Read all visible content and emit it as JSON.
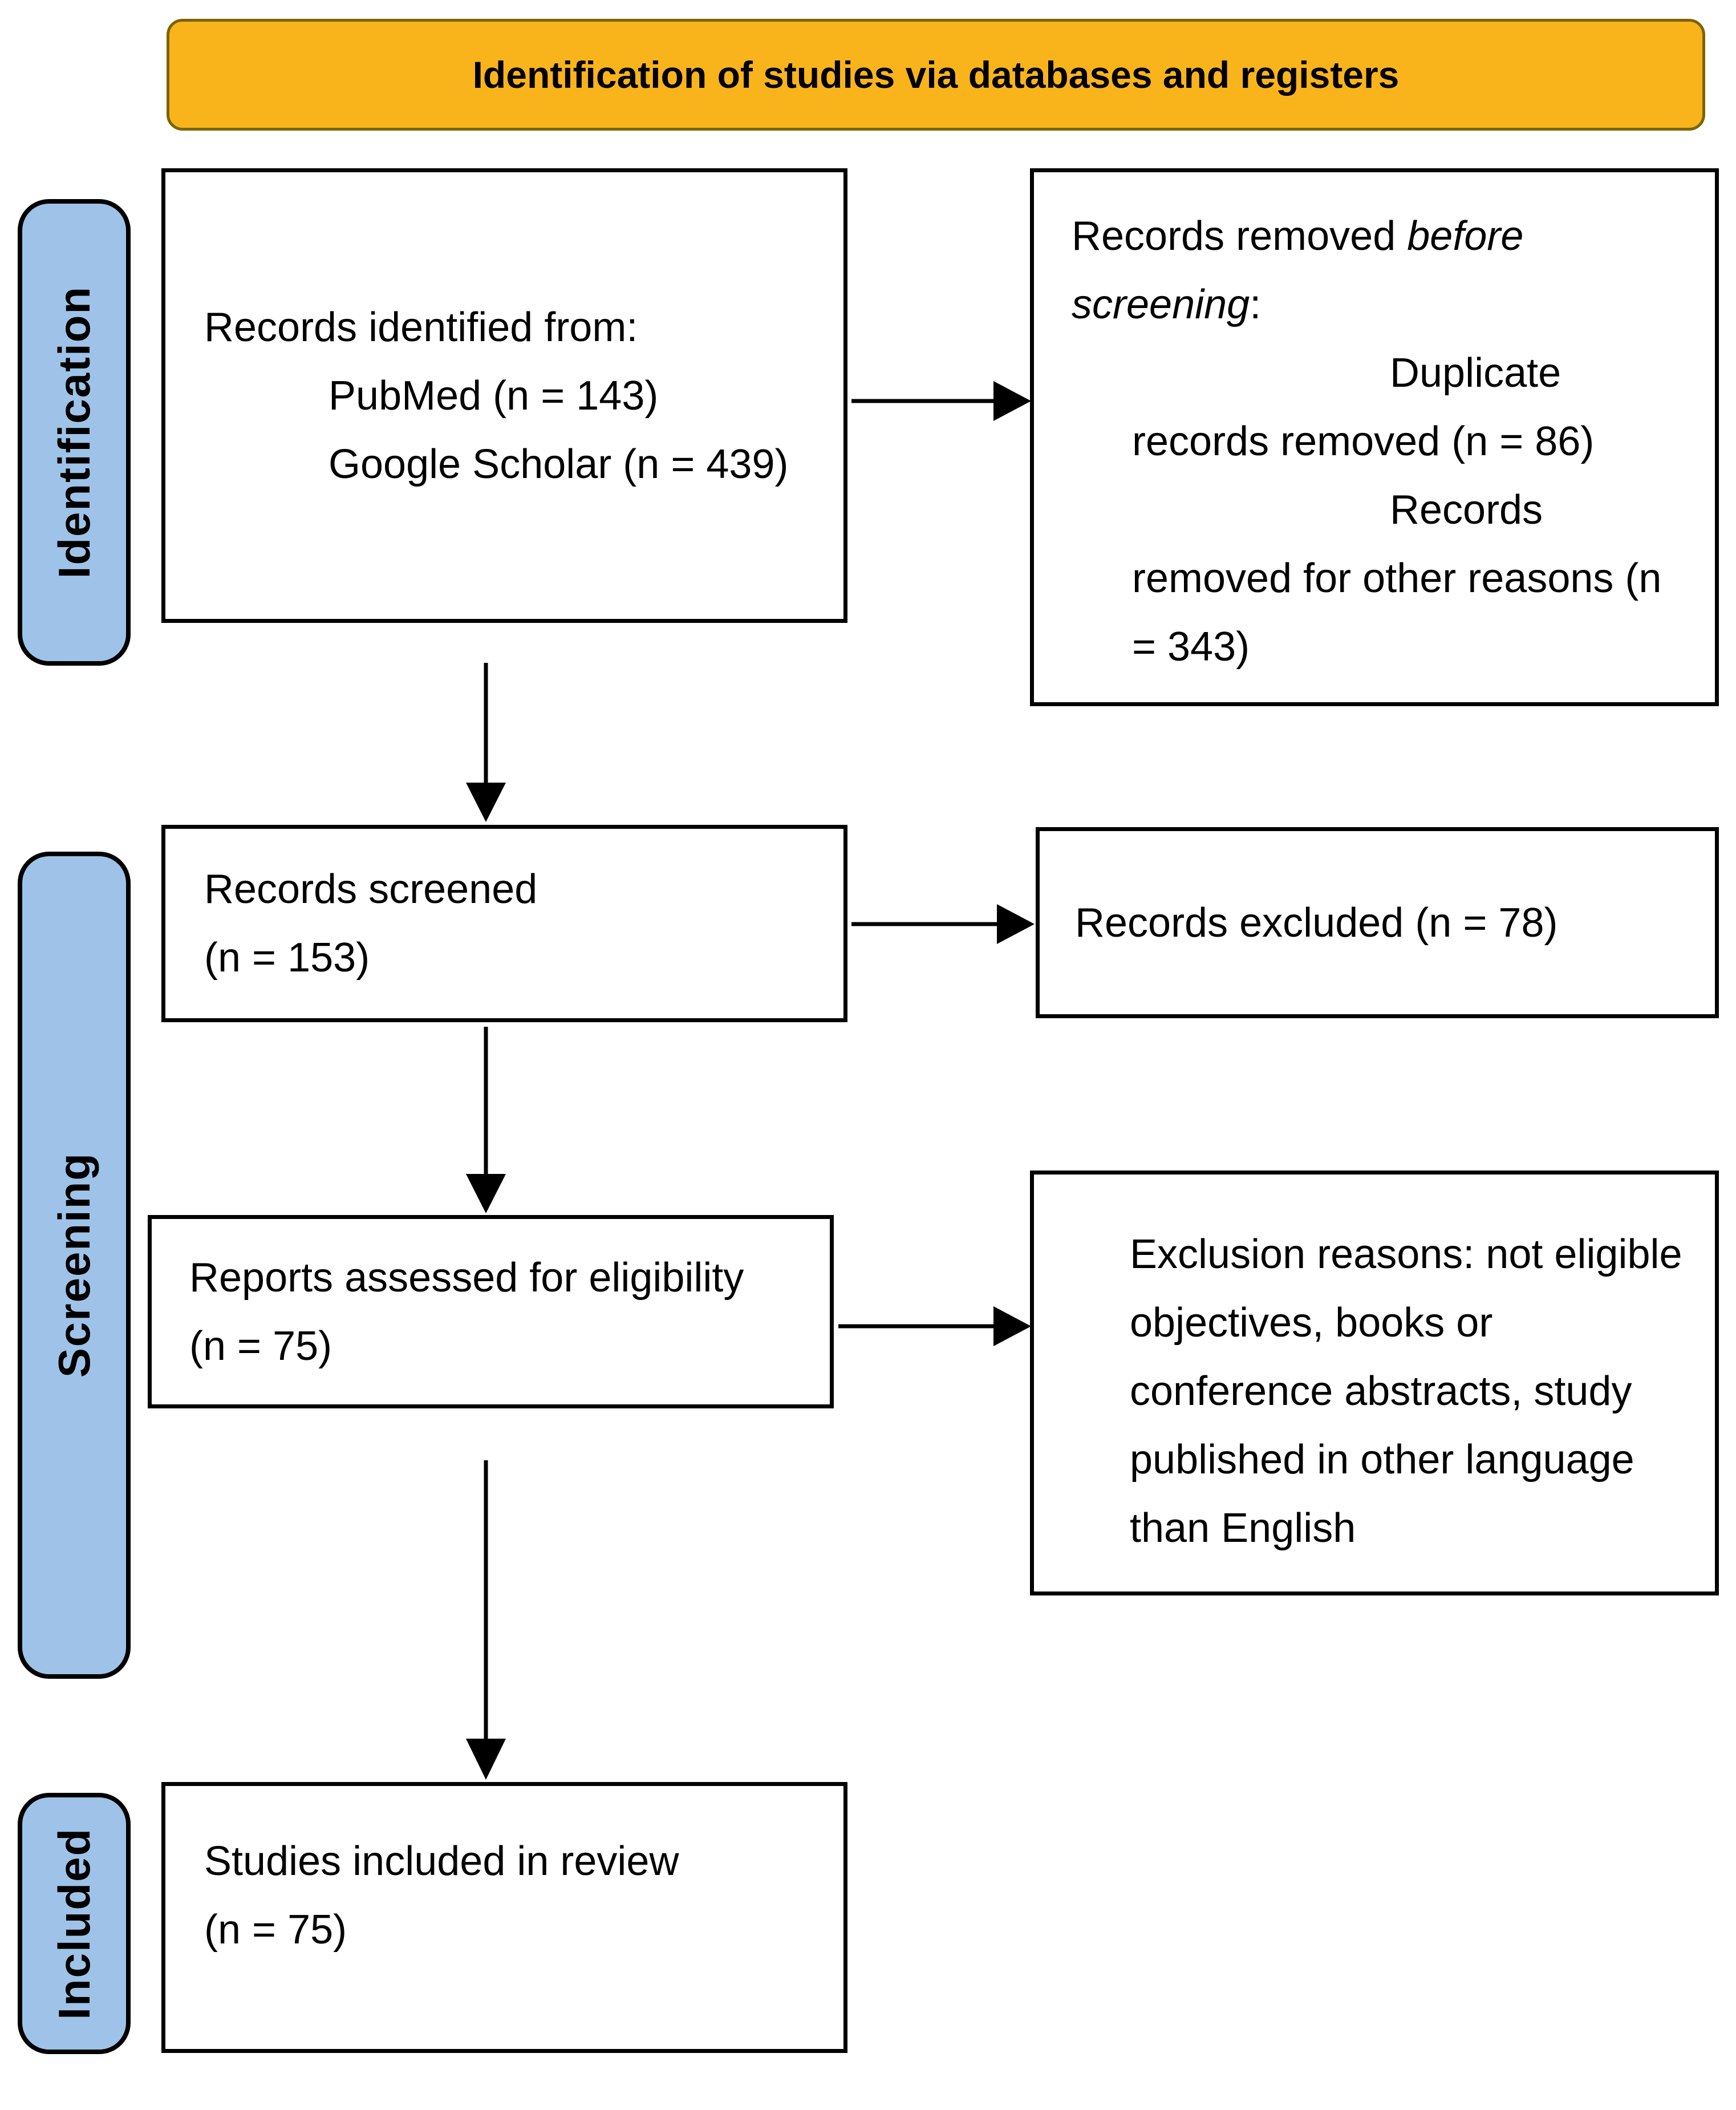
{
  "banner": {
    "title": "Identification of studies via databases and registers"
  },
  "stages": {
    "identification": "Identification",
    "screening": "Screening",
    "included": "Included"
  },
  "boxes": {
    "identified": {
      "intro": "Records identified from:",
      "items": [
        "PubMed (n = 143)",
        "Google Scholar (n = 439)"
      ]
    },
    "removed": {
      "lead": "Records removed ",
      "lead_italic": "before screening",
      "lead_tail": ":",
      "items": [
        "Duplicate records removed (n = 86)",
        "Records removed for other reasons (n = 343)"
      ]
    },
    "screened": {
      "line1": "Records screened",
      "line2": "(n = 153)"
    },
    "excluded": {
      "text": "Records excluded (n = 78)"
    },
    "assessed": {
      "line1": "Reports assessed for eligibility",
      "line2": "(n = 75)"
    },
    "reasons": {
      "text": "Exclusion reasons: not eligible objectives, books or conference abstracts, study published in other language than English"
    },
    "included_box": {
      "line1": "Studies included in review",
      "line2": "(n = 75)"
    }
  },
  "colors": {
    "banner_fill": "#F9B41B",
    "banner_border": "#7A6508",
    "stage_fill": "#9FC3E8",
    "stage_border": "#000000",
    "box_border": "#000000",
    "arrow": "#000000"
  }
}
